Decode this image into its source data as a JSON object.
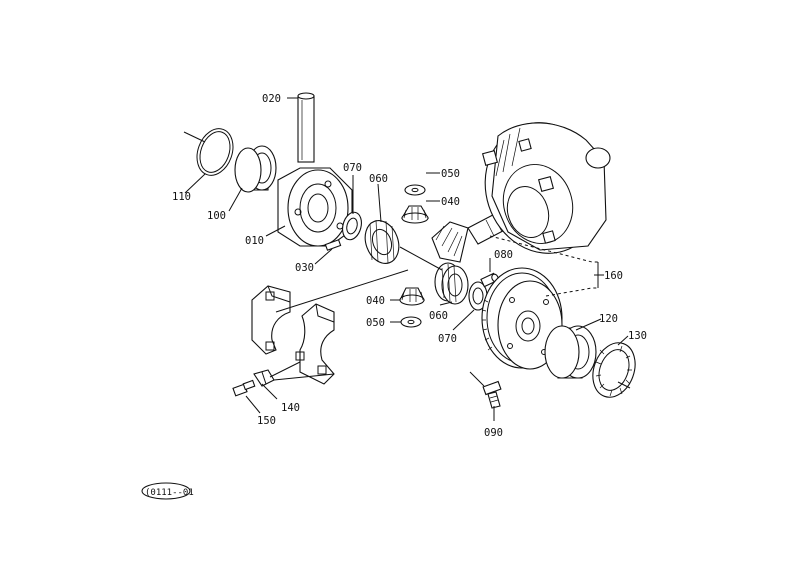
{
  "diagram": {
    "callouts": {
      "p020": "020",
      "p110": "110",
      "p100": "100",
      "p010": "010",
      "p030": "030",
      "p070a": "070",
      "p060a": "060",
      "p050a": "050",
      "p040a": "040",
      "p080": "080",
      "p160": "160",
      "p040b": "040",
      "p050b": "050",
      "p060b": "060",
      "p070b": "070",
      "p120": "120",
      "p130": "130",
      "p140": "140",
      "p150": "150",
      "p090": "090"
    },
    "figure_code": "(0111--01"
  }
}
